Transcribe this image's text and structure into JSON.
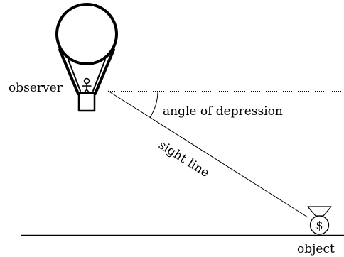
{
  "labels": {
    "observer": "observer",
    "angle": "angle of depression",
    "sight_line": "sight line",
    "object": "object",
    "money_symbol": "$"
  },
  "colors": {
    "stroke": "#000000",
    "background": "#ffffff"
  },
  "icons": {
    "balloon": "hot-air-balloon-icon",
    "person": "stick-figure-icon",
    "money_bag": "money-bag-icon"
  }
}
